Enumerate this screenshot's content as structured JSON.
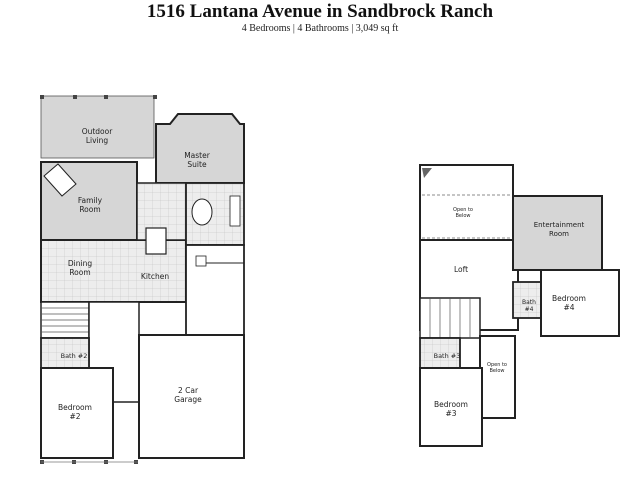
{
  "header": {
    "title": "1516 Lantana Avenue in Sandbrock Ranch",
    "subtitle": "4 Bedrooms | 4 Bathrooms | 3,049 sq ft"
  },
  "first_floor": {
    "rooms": {
      "outdoor_living": [
        "Outdoor",
        "Living"
      ],
      "master_suite": [
        "Master",
        "Suite"
      ],
      "family_room": [
        "Family",
        "Room"
      ],
      "dining_room": [
        "Dining",
        "Room"
      ],
      "kitchen": "Kitchen",
      "bath_2": "Bath #2",
      "bedroom_2": [
        "Bedroom",
        "#2"
      ],
      "garage": [
        "2 Car",
        "Garage"
      ]
    }
  },
  "second_floor": {
    "rooms": {
      "open_to_below_top": [
        "Open to",
        "Below"
      ],
      "entertainment_room": [
        "Entertainment",
        "Room"
      ],
      "loft": "Loft",
      "bath_4": [
        "Bath",
        "#4"
      ],
      "bedroom_4": [
        "Bedroom",
        "#4"
      ],
      "bath_3": "Bath #3",
      "open_to_below_bottom": [
        "Open to",
        "Below"
      ],
      "bedroom_3": [
        "Bedroom",
        "#3"
      ]
    }
  },
  "colors": {
    "wall": "#222222",
    "shaded_room": "#d4d4d4",
    "tile": "#e6e6e6",
    "background": "#ffffff"
  }
}
